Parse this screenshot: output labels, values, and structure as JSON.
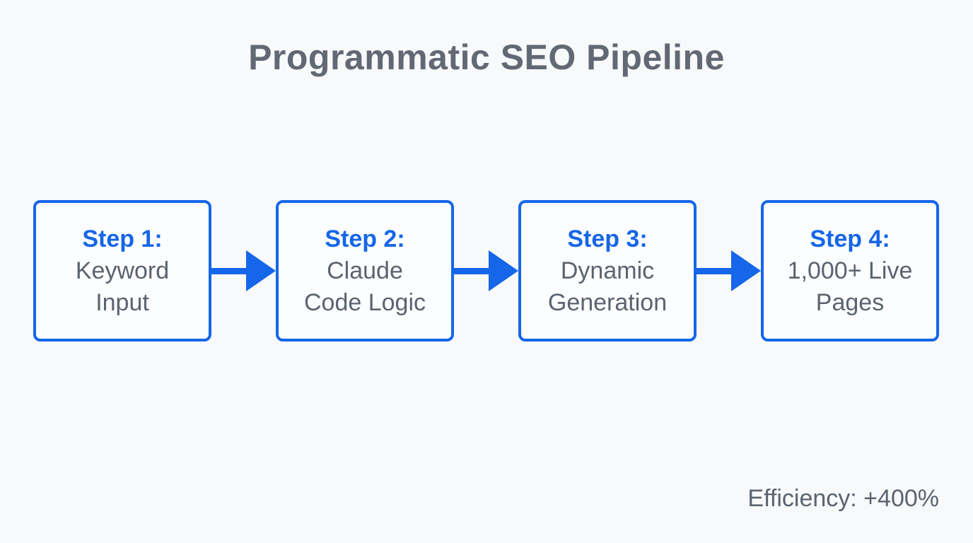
{
  "title": "Programmatic SEO Pipeline",
  "steps": [
    {
      "label": "Step 1:",
      "lines": [
        "Keyword",
        "Input"
      ]
    },
    {
      "label": "Step 2:",
      "lines": [
        "Claude",
        "Code Logic"
      ]
    },
    {
      "label": "Step 3:",
      "lines": [
        "Dynamic",
        "Generation"
      ]
    },
    {
      "label": "Step 4:",
      "lines": [
        "1,000+ Live",
        "Pages"
      ]
    }
  ],
  "footer": {
    "efficiency": "Efficiency: +400%"
  },
  "colors": {
    "accent": "#1566e8",
    "body_text": "#5b6370",
    "title_text": "#626974",
    "background": "#f8f9fa",
    "box_background": "#fcfdfe"
  }
}
